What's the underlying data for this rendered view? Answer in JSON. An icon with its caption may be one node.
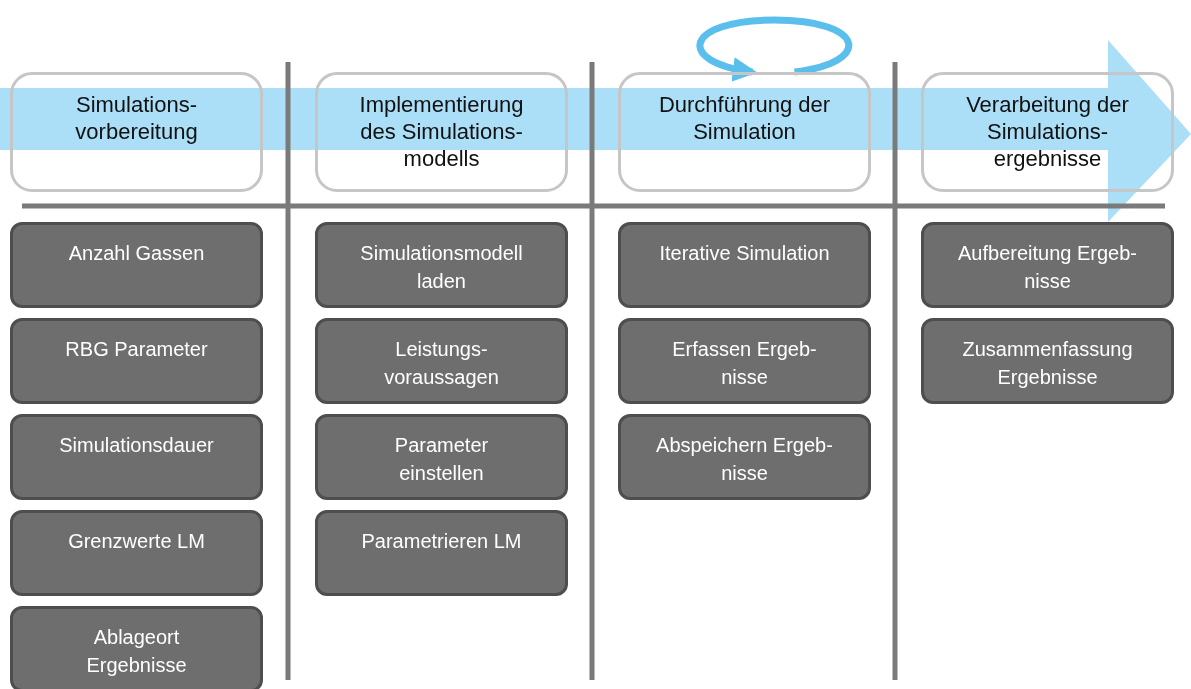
{
  "diagram": {
    "nodes": [
      {
        "text": [
          "Simulations- vorbereitung"
        ]
      },
      {
        "text": [
          "Implementierung des Simulations- modells"
        ]
      },
      {
        "text": [
          "Durchführung der Simulation"
        ]
      },
      {
        "text": [
          "Verarbeitung der Simulations- ergebnisse"
        ]
      },
      {
        "text": [
          "Anzahl Gassen"
        ]
      },
      {
        "text": [
          "RBG Parameter"
        ]
      },
      {
        "text": [
          "Simulationsdauer"
        ]
      },
      {
        "text": [
          "Grenzwerte LM"
        ]
      },
      {
        "text": [
          "Ablageort Ergebnisse"
        ]
      },
      {
        "text": [
          "Simulationsmodell laden"
        ]
      },
      {
        "text": [
          "Leistungs- voraussagen"
        ]
      },
      {
        "text": [
          "Parameter einstellen"
        ]
      },
      {
        "text": [
          "Parametrieren LM"
        ]
      },
      {
        "text": [
          "Iterative Simulation"
        ]
      },
      {
        "text": [
          "Erfassen Ergeb- nisse"
        ]
      },
      {
        "text": [
          "Abspeichern Ergeb- nisse"
        ]
      },
      {
        "text": [
          "Aufbereitung Ergeb- nisse"
        ]
      },
      {
        "text": [
          "Zusammenfassung Ergebnisse"
        ]
      }
    ],
    "edges": [
      {
        "from": 2,
        "to": 2,
        "arrow": "to"
      }
    ]
  }
}
